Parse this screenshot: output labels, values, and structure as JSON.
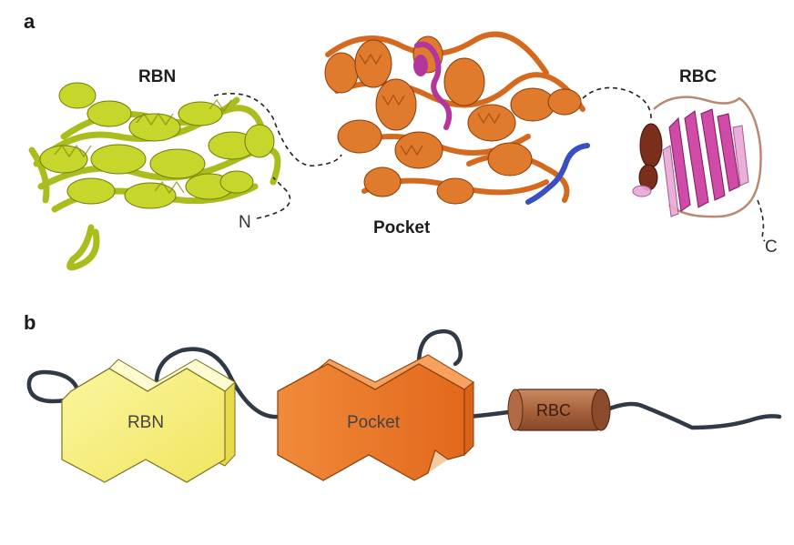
{
  "panel_a": {
    "letter": "a",
    "labels": {
      "rbn": "RBN",
      "pocket": "Pocket",
      "rbc": "RBC",
      "n_terminus": "N",
      "c_terminus": "C"
    }
  },
  "panel_b": {
    "letter": "b",
    "labels": {
      "rbn": "RBN",
      "pocket": "Pocket",
      "rbc": "RBC"
    }
  },
  "colors": {
    "rbn_structure": "#c6d62a",
    "rbn_block": "#f5ee7a",
    "pocket_structure": "#e07a2c",
    "pocket_block": "#ec7a25",
    "rbc_block": "#a8603c",
    "magenta_peptide": "#b3369c",
    "blue_peptide": "#3a4fc4",
    "linker": "#2f3a46"
  }
}
